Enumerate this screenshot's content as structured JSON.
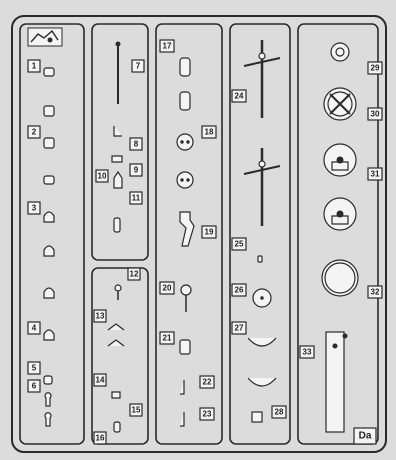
{
  "sprue": {
    "name": "Da",
    "part_numbers": [
      "1",
      "2",
      "3",
      "4",
      "5",
      "6",
      "7",
      "8",
      "9",
      "10",
      "11",
      "12",
      "13",
      "14",
      "15",
      "16",
      "17",
      "18",
      "19",
      "20",
      "21",
      "22",
      "23",
      "24",
      "25",
      "26",
      "27",
      "28",
      "29",
      "30",
      "31",
      "32",
      "33"
    ]
  }
}
